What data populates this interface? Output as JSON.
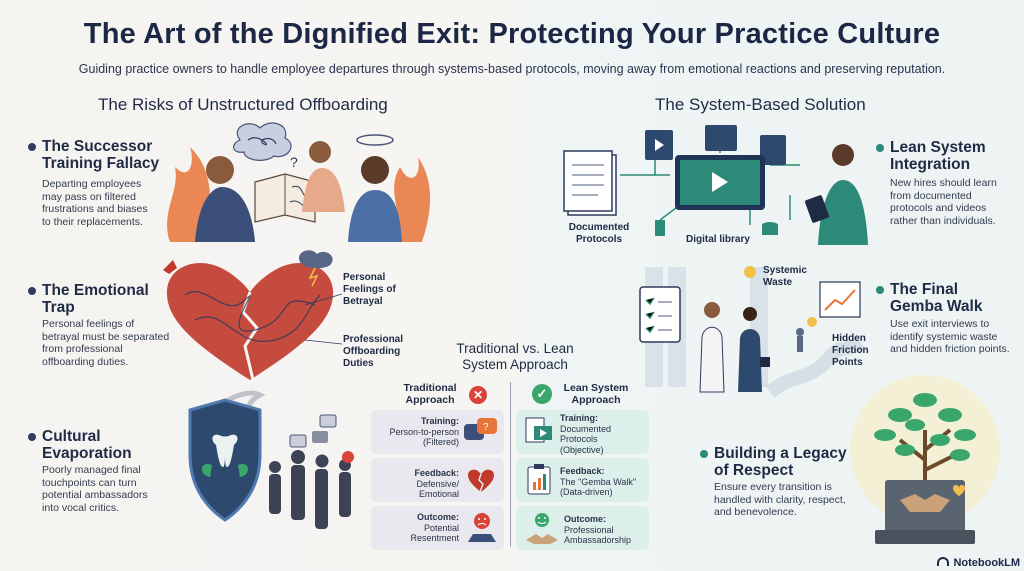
{
  "title": "The Art of the Dignified Exit: Protecting Your Practice Culture",
  "subtitle": "Guiding practice owners to handle employee departures through systems-based protocols, moving away from emotional reactions and preserving reputation.",
  "left": {
    "heading": "The Risks of Unstructured Offboarding",
    "items": [
      {
        "title_1": "The Successor",
        "title_2": "Training Fallacy",
        "desc": [
          "Departing employees",
          "may pass on filtered",
          "frustrations and biases",
          "to their replacements."
        ]
      },
      {
        "title_1": "The Emotional",
        "title_2": "Trap",
        "desc": [
          "Personal feelings of",
          "betrayal must be separated",
          "from professional",
          "offboarding duties."
        ]
      },
      {
        "title_1": "Cultural",
        "title_2": "Evaporation",
        "desc": [
          "Poorly managed final",
          "touchpoints can turn",
          "potential ambassadors",
          "into vocal critics."
        ]
      }
    ],
    "heart_labels": {
      "top": [
        "Personal",
        "Feelings of",
        "Betrayal"
      ],
      "bottom": [
        "Professional",
        "Offboarding",
        "Duties"
      ]
    }
  },
  "right": {
    "heading": "The System-Based Solution",
    "items": [
      {
        "title_1": "Lean System",
        "title_2": "Integration",
        "desc": [
          "New hires should learn",
          "from documented",
          "protocols and videos",
          "rather than individuals."
        ]
      },
      {
        "title_1": "The Final",
        "title_2": "Gemba Walk",
        "desc": [
          "Use exit interviews to",
          "identify systemic waste",
          "and hidden friction points."
        ]
      },
      {
        "title_1": "Building a Legacy",
        "title_2": "of Respect",
        "desc": [
          "Ensure every transition is",
          "handled with clarity, respect,",
          "and benevolence."
        ]
      }
    ],
    "library_labels": {
      "docs": [
        "Documented",
        "Protocols"
      ],
      "library": "Digital library"
    },
    "gemba_labels": {
      "waste": [
        "Systemic",
        "Waste"
      ],
      "friction": [
        "Hidden",
        "Friction",
        "Points"
      ]
    }
  },
  "comparison": {
    "title_1": "Traditional vs. Lean",
    "title_2": "System Approach",
    "left_head": [
      "Traditional",
      "Approach"
    ],
    "right_head": [
      "Lean System",
      "Approach"
    ],
    "rows": [
      {
        "left_label": "Training:",
        "left_value": [
          "Person-to-person",
          "(Filtered)"
        ],
        "right_label": "Training:",
        "right_value": [
          "Documented",
          "Protocols",
          "(Objective)"
        ]
      },
      {
        "left_label": "Feedback:",
        "left_value": [
          "Defensive/",
          "Emotional"
        ],
        "right_label": "Feedback:",
        "right_value": [
          "The \"Gemba Walk\"",
          "(Data-driven)"
        ]
      },
      {
        "left_label": "Outcome:",
        "left_value": [
          "Potential",
          "Resentment"
        ],
        "right_label": "Outcome:",
        "right_value": [
          "Professional",
          "Ambassadorship"
        ]
      }
    ]
  },
  "brand": "NotebookLM",
  "colors": {
    "navy": "#1c2745",
    "teal": "#2d8a78",
    "red": "#d9433a",
    "green": "#3aa66b"
  }
}
